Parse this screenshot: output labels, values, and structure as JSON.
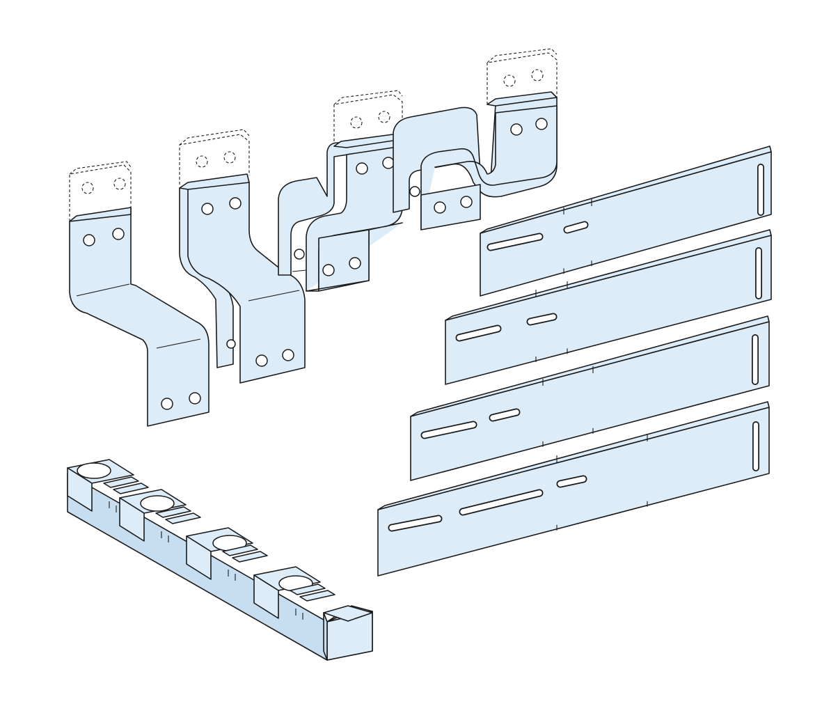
{
  "colors": {
    "part_fill": "#dcecf8",
    "part_fill_dark": "#c7def0",
    "outline": "#1a1a1a",
    "background": "#ffffff"
  },
  "parts": [
    {
      "id": "connector-1",
      "kind": "offset-busbar"
    },
    {
      "id": "connector-2",
      "kind": "double-offset-busbar"
    },
    {
      "id": "connector-3",
      "kind": "double-offset-busbar"
    },
    {
      "id": "connector-4",
      "kind": "double-offset-busbar"
    },
    {
      "id": "extension-plate-1",
      "kind": "slotted-plate"
    },
    {
      "id": "extension-plate-2",
      "kind": "slotted-plate"
    },
    {
      "id": "extension-plate-3",
      "kind": "slotted-plate"
    },
    {
      "id": "extension-plate-4",
      "kind": "slotted-plate"
    },
    {
      "id": "support-block",
      "kind": "notched-insulator-bar"
    }
  ]
}
